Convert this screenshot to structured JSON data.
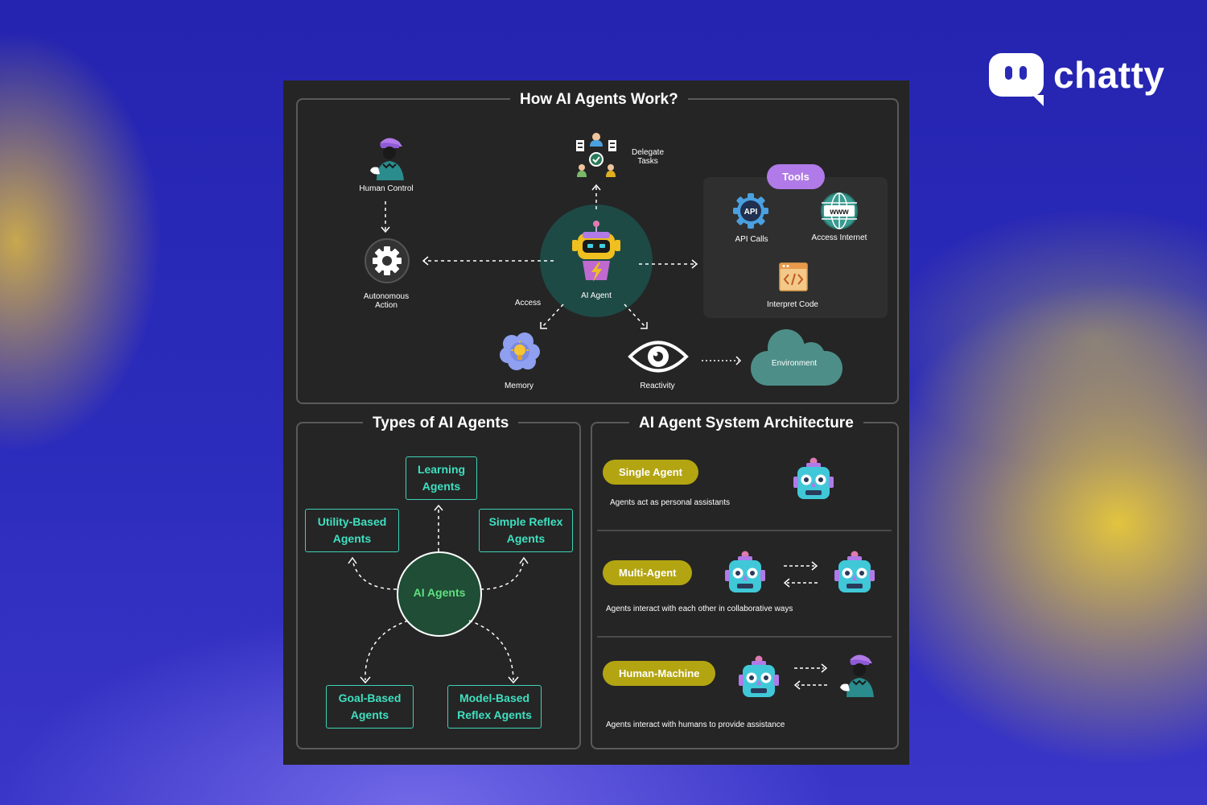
{
  "brand": {
    "name": "chatty"
  },
  "how": {
    "title": "How AI Agents Work?",
    "human_control": "Human Control",
    "autonomous_action": "Autonomous\nAction",
    "delegate_tasks": "Delegate\nTasks",
    "ai_agent": "AI Agent",
    "access": "Access",
    "memory": "Memory",
    "reactivity": "Reactivity",
    "environment": "Environment",
    "tools": {
      "title": "Tools",
      "api_calls": "API Calls",
      "api_badge": "API",
      "access_internet": "Access Internet",
      "www_badge": "www",
      "interpret_code": "Interpret Code"
    }
  },
  "types": {
    "title": "Types of AI Agents",
    "center": "AI Agents",
    "learning": "Learning\nAgents",
    "utility": "Utility-Based\nAgents",
    "simple_reflex": "Simple Reflex\nAgents",
    "goal": "Goal-Based\nAgents",
    "model": "Model-Based\nReflex Agents"
  },
  "architecture": {
    "title": "AI Agent System Architecture",
    "single": {
      "label": "Single Agent",
      "desc": "Agents act as personal assistants"
    },
    "multi": {
      "label": "Multi-Agent",
      "desc": "Agents interact with each other in collaborative ways"
    },
    "human": {
      "label": "Human-Machine",
      "desc": "Agents interact with humans to provide assistance"
    }
  },
  "colors": {
    "panel": "#252525",
    "teal_circle": "#1e4a45",
    "green_circle": "#1f4d35",
    "teal_text": "#3fe0c0",
    "tools_pill": "#b07ae8",
    "arch_pill": "#b3a512",
    "cloud": "#4d8f88"
  },
  "icons": [
    "person-icon",
    "gear-icon",
    "delegate-icon",
    "robot-icon",
    "brain-icon",
    "eye-icon",
    "cloud-icon",
    "api-icon",
    "globe-icon",
    "code-icon",
    "robot-head-icon"
  ]
}
